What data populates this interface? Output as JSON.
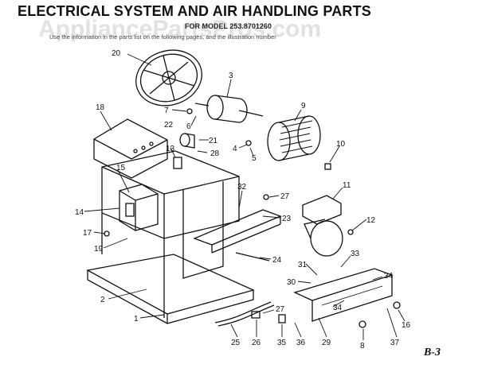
{
  "header": {
    "title": "ELECTRICAL SYSTEM AND AIR HANDLING PARTS",
    "subtitle": "FOR MODEL 253.8701260",
    "instructions": "Use the information in the parts list on the following pages, and the illustration number",
    "watermark": "AppliancePartsPros.com"
  },
  "page_mark": "B-3",
  "callouts": [
    "20",
    "3",
    "18",
    "7",
    "6",
    "9",
    "22",
    "21",
    "13",
    "28",
    "4",
    "5",
    "10",
    "15",
    "32",
    "27",
    "11",
    "14",
    "23",
    "12",
    "17",
    "19",
    "24",
    "31",
    "33",
    "30",
    "2",
    "34",
    "27",
    "34",
    "1",
    "25",
    "26",
    "35",
    "36",
    "29",
    "8",
    "37",
    "16"
  ]
}
